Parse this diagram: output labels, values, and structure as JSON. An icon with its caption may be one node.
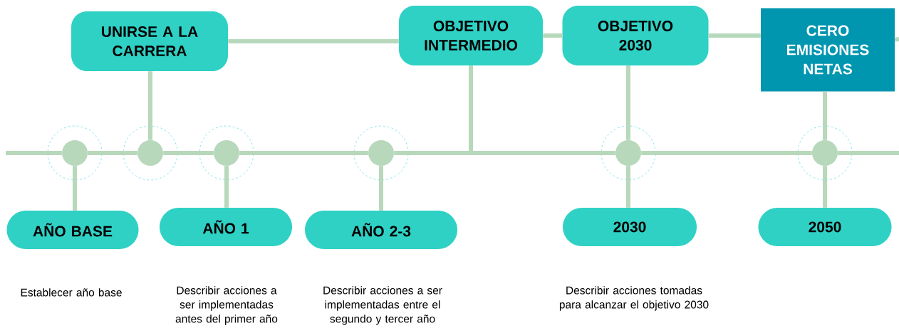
{
  "diagram": {
    "nodes": [
      {
        "text": [
          "UNIRSE A LA CARRERA"
        ]
      },
      {
        "text": [
          "OBJETIVO INTERMEDIO"
        ]
      },
      {
        "text": [
          "OBJETIVO 2030"
        ]
      },
      {
        "text": [
          "CERO EMISIONES NETAS"
        ]
      },
      {
        "text": [],
        "shape": "circle"
      },
      {
        "text": [],
        "shape": "circle"
      },
      {
        "text": [],
        "shape": "circle"
      },
      {
        "text": [],
        "shape": "circle"
      },
      {
        "text": [],
        "shape": "circle"
      },
      {
        "text": [],
        "shape": "circle"
      },
      {
        "text": [
          "AÑO BASE"
        ],
        "beside": [
          "Establecer año base"
        ]
      },
      {
        "text": [
          "AÑO 1"
        ],
        "beside": [
          "Describir acciones a ser implementadas antes del primer año"
        ]
      },
      {
        "text": [
          "AÑO 2-3"
        ],
        "beside": [
          "Describir acciones a ser implementadas entre el segundo y tercer año"
        ]
      },
      {
        "text": [
          "2030"
        ],
        "beside": [
          "Describir acciones tomadas para alcanzar el objetivo 2030"
        ]
      },
      {
        "text": [
          "2050"
        ]
      }
    ],
    "edges": [
      {
        "from": 0,
        "to": 1,
        "arrow": "none"
      },
      {
        "from": 1,
        "to": 2,
        "arrow": "none"
      },
      {
        "from": 2,
        "to": 3,
        "arrow": "none"
      },
      {
        "from": 3,
        "to": null,
        "arrow": "none"
      },
      {
        "from": 0,
        "to": 5,
        "arrow": "none"
      },
      {
        "from": 1,
        "to": null,
        "arrow": "none"
      },
      {
        "from": 2,
        "to": 8,
        "arrow": "none"
      },
      {
        "from": 3,
        "to": 9,
        "arrow": "none"
      },
      {
        "from": null,
        "to": 4,
        "arrow": "none"
      },
      {
        "from": 4,
        "to": 5,
        "arrow": "none"
      },
      {
        "from": 5,
        "to": 6,
        "arrow": "none"
      },
      {
        "from": 6,
        "to": 7,
        "arrow": "none"
      },
      {
        "from": 7,
        "to": 8,
        "arrow": "none"
      },
      {
        "from": 8,
        "to": 9,
        "arrow": "none"
      },
      {
        "from": 9,
        "to": null,
        "arrow": "none"
      },
      {
        "from": 4,
        "to": 10,
        "arrow": "none"
      },
      {
        "from": 6,
        "to": 11,
        "arrow": "none"
      },
      {
        "from": 7,
        "to": 12,
        "arrow": "none"
      },
      {
        "from": 8,
        "to": 13,
        "arrow": "none"
      },
      {
        "from": 9,
        "to": 14,
        "arrow": "none"
      }
    ]
  }
}
